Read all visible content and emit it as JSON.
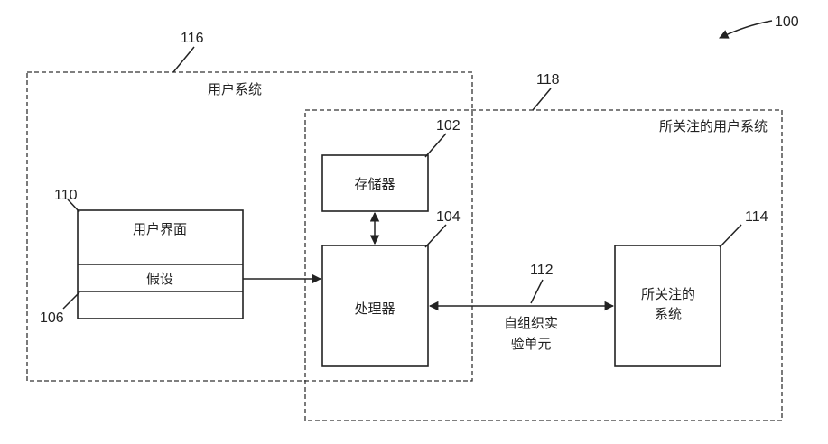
{
  "refs": {
    "fig": "100",
    "user_system": "116",
    "system_of_interest_region": "118",
    "memory": "102",
    "processor": "104",
    "user_interface": "110",
    "hypothesis": "106",
    "unit": "112",
    "system_of_interest": "114"
  },
  "labels": {
    "user_system": "用户系统",
    "user_system_of_interest": "所关注的用户系统",
    "memory": "存储器",
    "processor": "处理器",
    "user_interface": "用户界面",
    "hypothesis": "假设",
    "unit_line1": "自组织实",
    "unit_line2": "验单元",
    "system_line1": "所关注的",
    "system_line2": "系统"
  }
}
